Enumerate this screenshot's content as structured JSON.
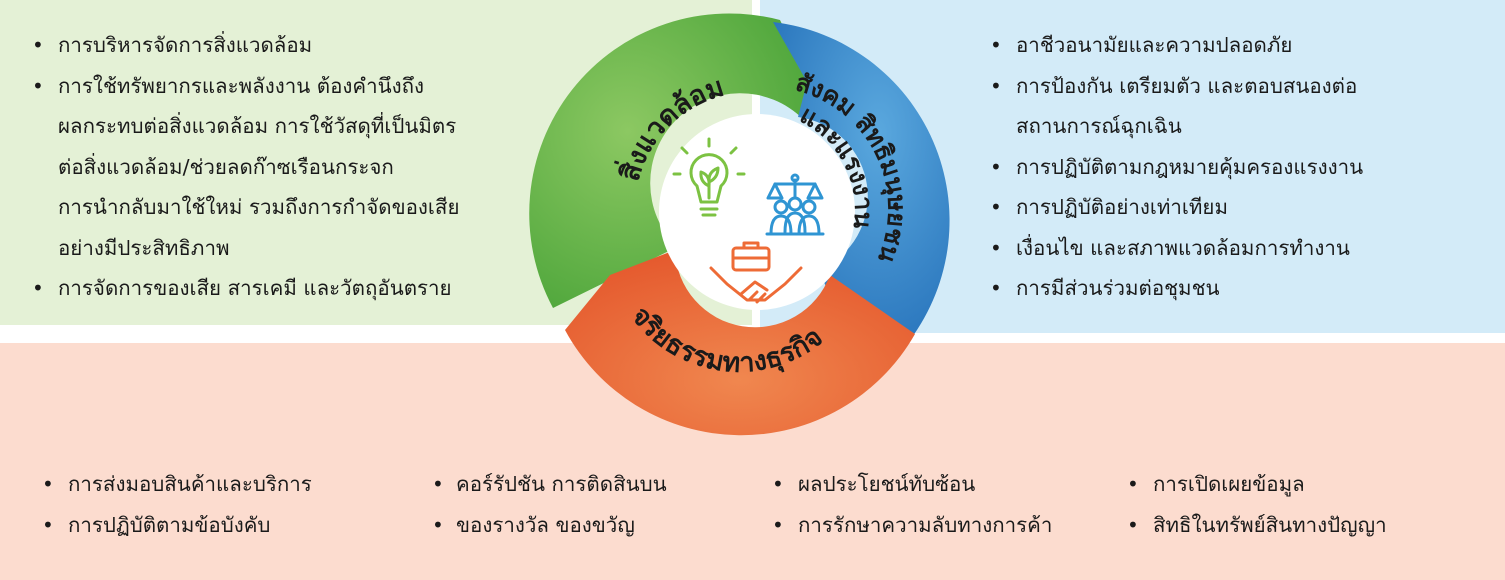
{
  "environment": {
    "title": "สิ่งแวดล้อม",
    "items": [
      {
        "lines": [
          "การบริหารจัดการสิ่งแวดล้อม"
        ]
      },
      {
        "lines": [
          "การใช้ทรัพยากรและพลังงาน ต้องคำนึงถึง",
          "ผลกระทบต่อสิ่งแวดล้อม การใช้วัสดุที่เป็นมิตร",
          "ต่อสิ่งแวดล้อม/ช่วยลดก๊าซเรือนกระจก",
          "การนำกลับมาใช้ใหม่ รวมถึงการกำจัดของเสีย",
          "อย่างมีประสิทธิภาพ"
        ]
      },
      {
        "lines": [
          "การจัดการของเสีย สารเคมี และวัตถุอันตราย"
        ]
      }
    ]
  },
  "social": {
    "title_line1": "สังคม สิทธิมนุษยชน",
    "title_line2": "และแรงงาน",
    "items": [
      {
        "lines": [
          "อาชีวอนามัยและความปลอดภัย"
        ]
      },
      {
        "lines": [
          "การป้องกัน เตรียมตัว และตอบสนองต่อ",
          "สถานการณ์ฉุกเฉิน"
        ]
      },
      {
        "lines": [
          "การปฏิบัติตามกฎหมายคุ้มครองแรงงาน"
        ]
      },
      {
        "lines": [
          "การปฏิบัติอย่างเท่าเทียม"
        ]
      },
      {
        "lines": [
          "เงื่อนไข และสภาพแวดล้อมการทำงาน"
        ]
      },
      {
        "lines": [
          "การมีส่วนร่วมต่อชุมชน"
        ]
      }
    ]
  },
  "governance": {
    "title": "จริยธรรมทางธุรกิจ",
    "columns": [
      [
        "การส่งมอบสินค้าและบริการ",
        "การปฏิบัติตามข้อบังคับ"
      ],
      [
        "คอร์รัปชัน การติดสินบน",
        "ของรางวัล ของขวัญ"
      ],
      [
        "ผลประโยชน์ทับซ้อน",
        "การรักษาความลับทางการค้า"
      ],
      [
        "การเปิดเผยข้อมูล",
        "สิทธิในทรัพย์สินทางปัญญา"
      ]
    ]
  },
  "center_icons": [
    "lightbulb-leaf-icon",
    "justice-scale-people-icon",
    "briefcase-handshake-icon"
  ],
  "colors": {
    "environment_panel": "#e4f1d6",
    "social_panel": "#d3ebf8",
    "governance_panel": "#fcdccf",
    "environment_ring": "#6cb548",
    "social_ring": "#3b8ecf",
    "governance_ring": "#ec6a3a",
    "icon_green": "#7cc242",
    "icon_blue": "#2f95d3",
    "icon_orange": "#ee6b36"
  }
}
